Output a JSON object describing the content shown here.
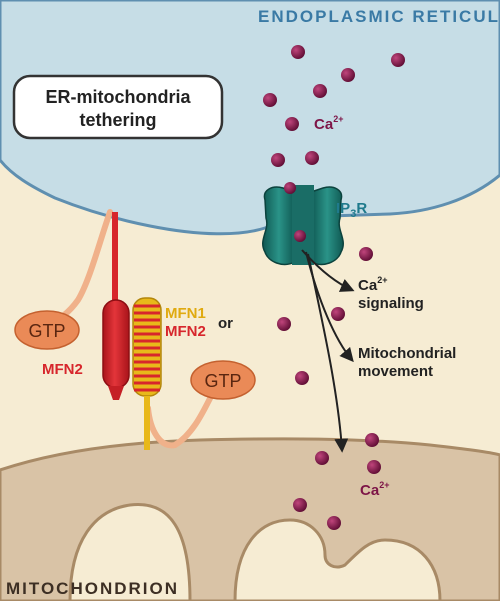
{
  "regions": {
    "er_title": "ENDOPLASMIC RETICULUM",
    "mito_title": "MITOCHONDRION"
  },
  "callout": {
    "line1": "ER-mitochondria",
    "line2": "tethering"
  },
  "channel": {
    "label_prefix": "IP",
    "label_sub": "3",
    "label_suffix": "R"
  },
  "ions": {
    "symbol": "Ca",
    "charge": "2+"
  },
  "proteins": {
    "left_name": "MFN2",
    "right_name_1": "MFN1",
    "or_word": "or",
    "right_name_2": "MFN2",
    "gtp_left": "GTP",
    "gtp_right": "GTP"
  },
  "arrows": {
    "signaling_ca": "Ca",
    "signaling_charge": "2+",
    "signaling_word": "signaling",
    "movement_line1": "Mitochondrial",
    "movement_line2": "movement"
  },
  "colors": {
    "background": "#f6ecd3",
    "er_fill": "#c6dde6",
    "er_edge": "#5f8fb0",
    "er_title": "#3a7aa5",
    "mito_fill": "#d9c3a6",
    "mito_edge": "#a88a66",
    "ion": "#7d1547",
    "ion_label": "#7d1547",
    "channel": "#1f7a73",
    "channel_label": "#1f7a8c",
    "mfn2_red": "#d7262c",
    "mfn1_yellow": "#e8b81a",
    "gtp_orange": "#ea8a57",
    "text_dark": "#222222"
  }
}
